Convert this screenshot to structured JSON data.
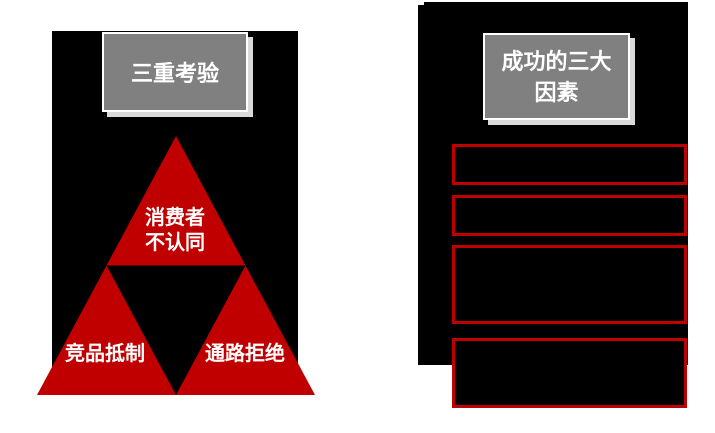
{
  "left_panel": {
    "header": "三重考验",
    "triangle": {
      "top_label_line1": "消费者",
      "top_label_line2": "不认同",
      "bottom_left_label": "竞品抵制",
      "bottom_right_label": "通路拒绝"
    }
  },
  "right_panel": {
    "header_line1": "成功的三大",
    "header_line2": "因素",
    "boxes": [
      "",
      "",
      "",
      ""
    ]
  },
  "colors": {
    "accent_red": "#C00000",
    "panel_black": "#000000",
    "header_gray": "#808080",
    "header_shadow": "#D9D9D9",
    "text_white": "#FFFFFF"
  }
}
